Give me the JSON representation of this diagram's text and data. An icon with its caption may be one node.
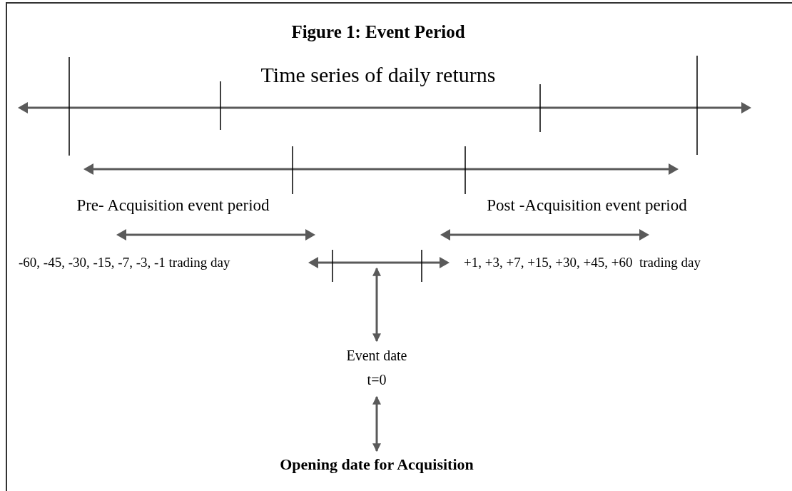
{
  "diagram": {
    "title": "Figure 1: Event Period",
    "nodes": [
      {
        "text": [
          "Event date",
          "t=0"
        ]
      },
      {
        "text": [
          "Opening date for Acquisition"
        ]
      }
    ],
    "edges": [
      {
        "from": null,
        "to": 0,
        "arrow": "both"
      },
      {
        "from": 0,
        "to": 1,
        "arrow": "both"
      }
    ],
    "labels": [
      "Time series of daily returns",
      "Pre- Acquisition event period",
      "Post -Acquisition event period",
      "-60, -45, -30, -15, -7, -3, -1 trading day",
      "+1, +3, +7, +15, +30, +45, +60  trading day"
    ]
  }
}
